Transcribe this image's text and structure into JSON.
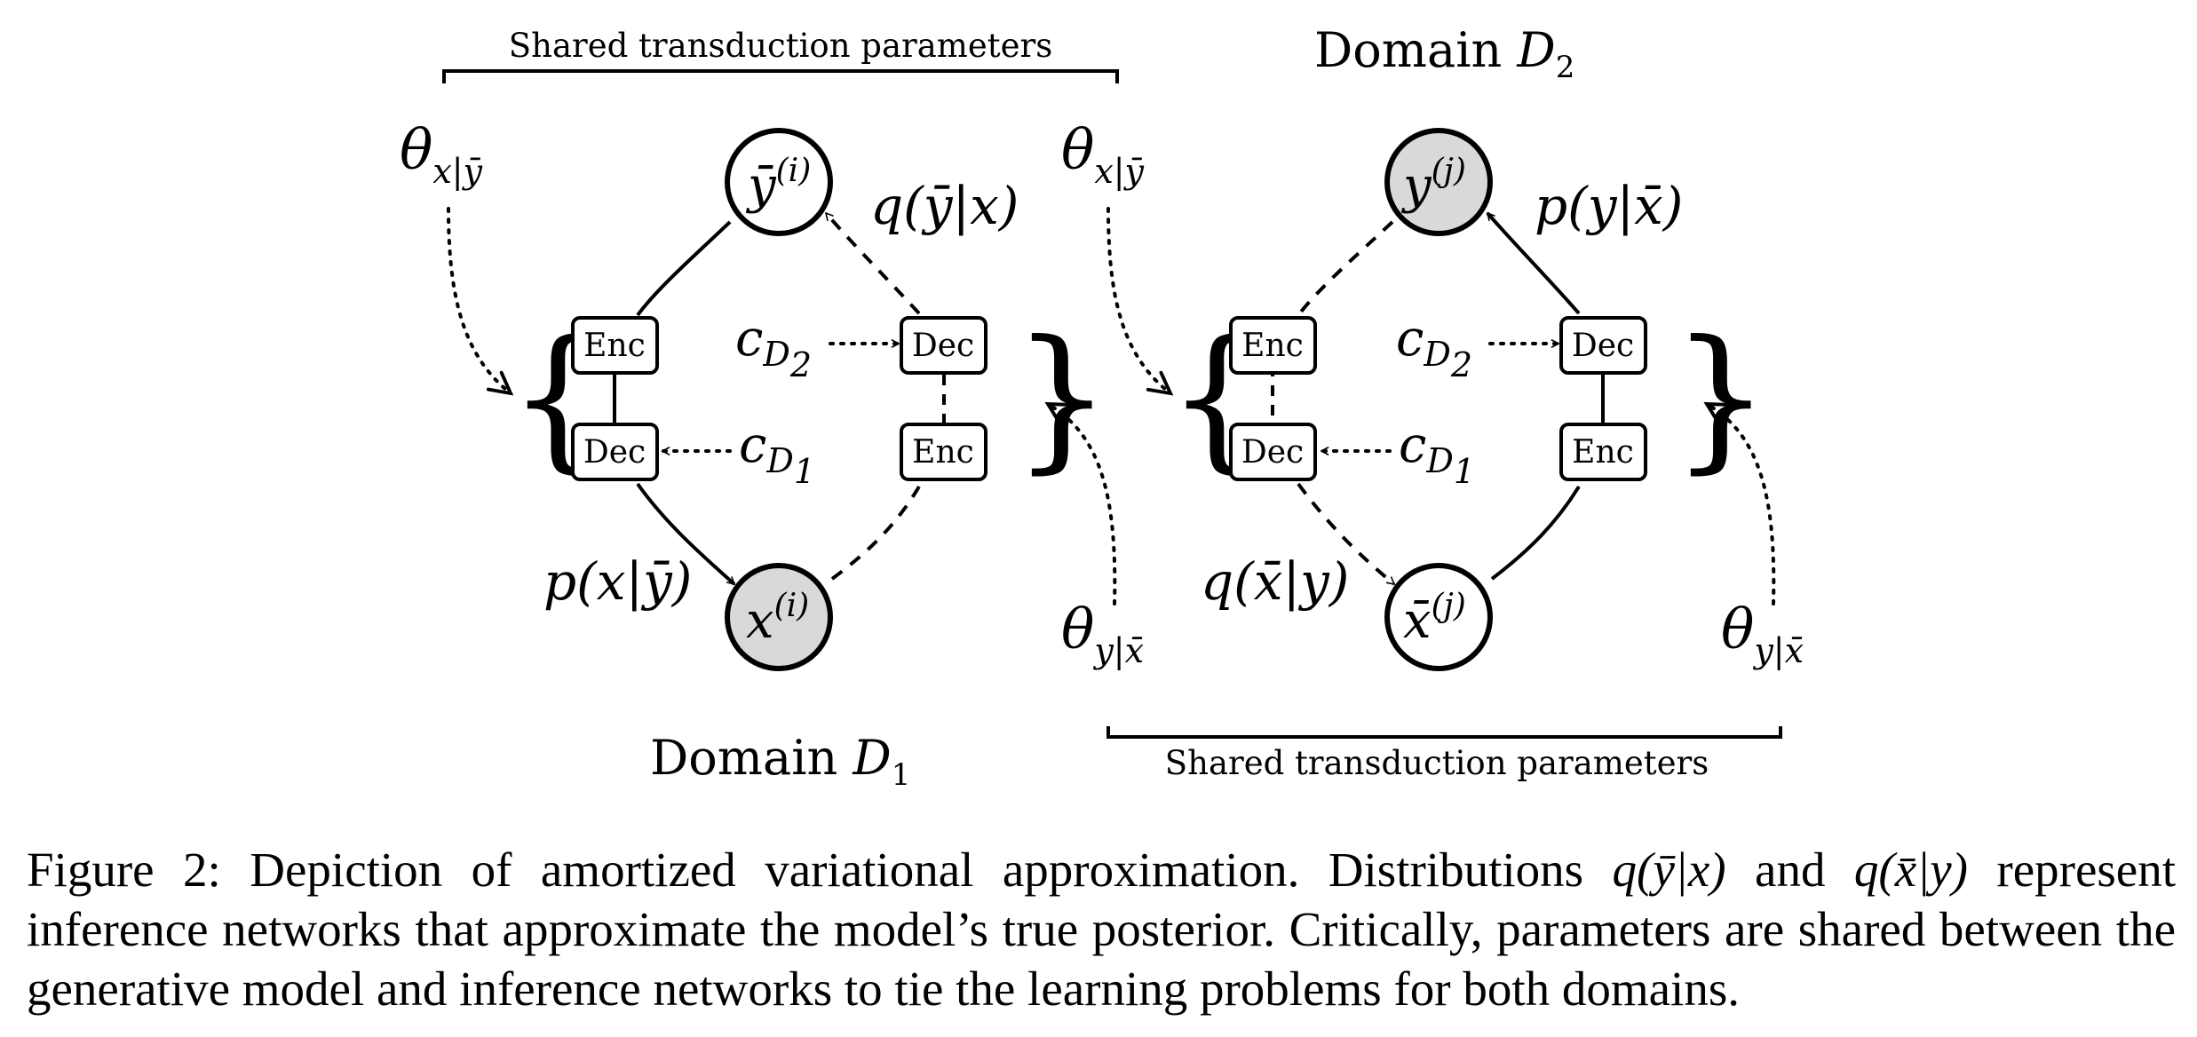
{
  "figure": {
    "left_group": {
      "shared_params": "Shared transduction parameters",
      "domain": {
        "text": "Domain ",
        "symbol": "D",
        "sub": "1"
      },
      "theta_top": {
        "sym": "θ",
        "sub": "x|ȳ"
      },
      "theta_bottom": {
        "sym": "θ",
        "sub": "y|x̄"
      },
      "top_node": {
        "base": "ȳ",
        "sup": "(i)",
        "shaded": false
      },
      "bottom_node": {
        "base": "x",
        "sup": "(i)",
        "shaded": true
      },
      "dist_top": "q(ȳ|x)",
      "dist_bottom": "p(x|ȳ)",
      "left_boxes": [
        "Enc",
        "Dec"
      ],
      "right_boxes": [
        "Dec",
        "Enc"
      ],
      "c_top": {
        "base": "c",
        "script": "D",
        "sub": "2"
      },
      "c_bottom": {
        "base": "c",
        "script": "D",
        "sub": "1"
      }
    },
    "right_group": {
      "shared_params": "Shared transduction parameters",
      "domain": {
        "text": "Domain ",
        "symbol": "D",
        "sub": "2"
      },
      "theta_top": {
        "sym": "θ",
        "sub": "x|ȳ"
      },
      "theta_bottom": {
        "sym": "θ",
        "sub": "y|x̄"
      },
      "top_node": {
        "base": "y",
        "sup": "(j)",
        "shaded": true
      },
      "bottom_node": {
        "base": "x̄",
        "sup": "(j)",
        "shaded": false
      },
      "dist_top": "p(y|x̄)",
      "dist_bottom": "q(x̄|y)",
      "left_boxes": [
        "Enc",
        "Dec"
      ],
      "right_boxes": [
        "Dec",
        "Enc"
      ],
      "c_top": {
        "base": "c",
        "script": "D",
        "sub": "2"
      },
      "c_bottom": {
        "base": "c",
        "script": "D",
        "sub": "1"
      }
    }
  },
  "caption": {
    "part1": "Figure 2: Depiction of amortized variational approximation. Distributions ",
    "math1": "q(ȳ|x)",
    "part2": " and ",
    "math2": "q(x̄|y)",
    "part3": " represent inference networks that approximate the model’s true posterior. Critically, parameters are shared between the generative model and inference networks to tie the learning problems for both domains."
  },
  "colors": {
    "node_shaded": "#d9d9d9",
    "ink": "#000000",
    "background": "#ffffff"
  }
}
